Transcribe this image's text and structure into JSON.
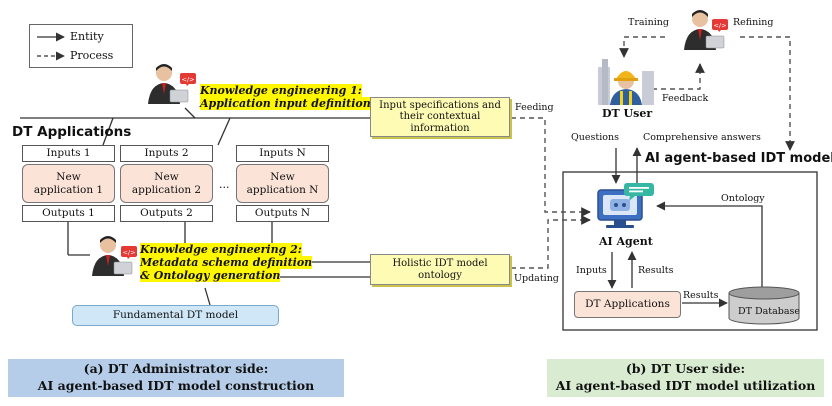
{
  "legend": {
    "entity": "Entity",
    "process": "Process"
  },
  "left": {
    "ke1": [
      "Knowledge engineering 1:",
      "Application input definition"
    ],
    "dt_applications_title": "DT Applications",
    "columns": [
      {
        "input": "Inputs 1",
        "app": [
          "New",
          "application 1"
        ],
        "output": "Outputs 1"
      },
      {
        "input": "Inputs 2",
        "app": [
          "New",
          "application 2"
        ],
        "output": "Outputs 2"
      },
      {
        "input": "Inputs N",
        "app": [
          "New",
          "application N"
        ],
        "output": "Outputs N"
      }
    ],
    "ellipsis": "...",
    "ke2": [
      "Knowledge engineering 2:",
      "Metadata schema definition",
      "& Ontology generation"
    ],
    "fundamental": "Fundamental DT model"
  },
  "middle": {
    "input_spec": [
      "Input specifications and",
      "their contextual information"
    ],
    "holistic": "Holistic IDT model ontology",
    "feeding": "Feeding",
    "updating": "Updating"
  },
  "right": {
    "training": "Training",
    "refining": "Refining",
    "feedback": "Feedback",
    "dt_user": "DT User",
    "questions": "Questions",
    "comprehensive": "Comprehensive answers",
    "model_title": "AI agent-based IDT model",
    "ai_agent": "AI Agent",
    "ontology": "Ontology",
    "inputs": "Inputs",
    "results1": "Results",
    "results2": "Results",
    "dt_apps": "DT Applications",
    "dt_db": "DT Database"
  },
  "footer": {
    "a": [
      "(a) DT Administrator side:",
      "AI agent-based IDT model construction"
    ],
    "b": [
      "(b) DT User side:",
      "AI agent-based IDT model utilization"
    ]
  },
  "colors": {
    "admin_footer": "#b5cde8",
    "user_footer": "#d9ecd2",
    "fundamental": "#cfe7f7",
    "app_box": "#fbe3d8",
    "spec_box": "#fdfbb4",
    "highlight": "#fff700"
  },
  "icons": [
    "admin-person-icon",
    "code-badge-icon",
    "worker-user-icon",
    "ai-agent-robot-icon",
    "chat-bubble-icon",
    "database-icon"
  ]
}
